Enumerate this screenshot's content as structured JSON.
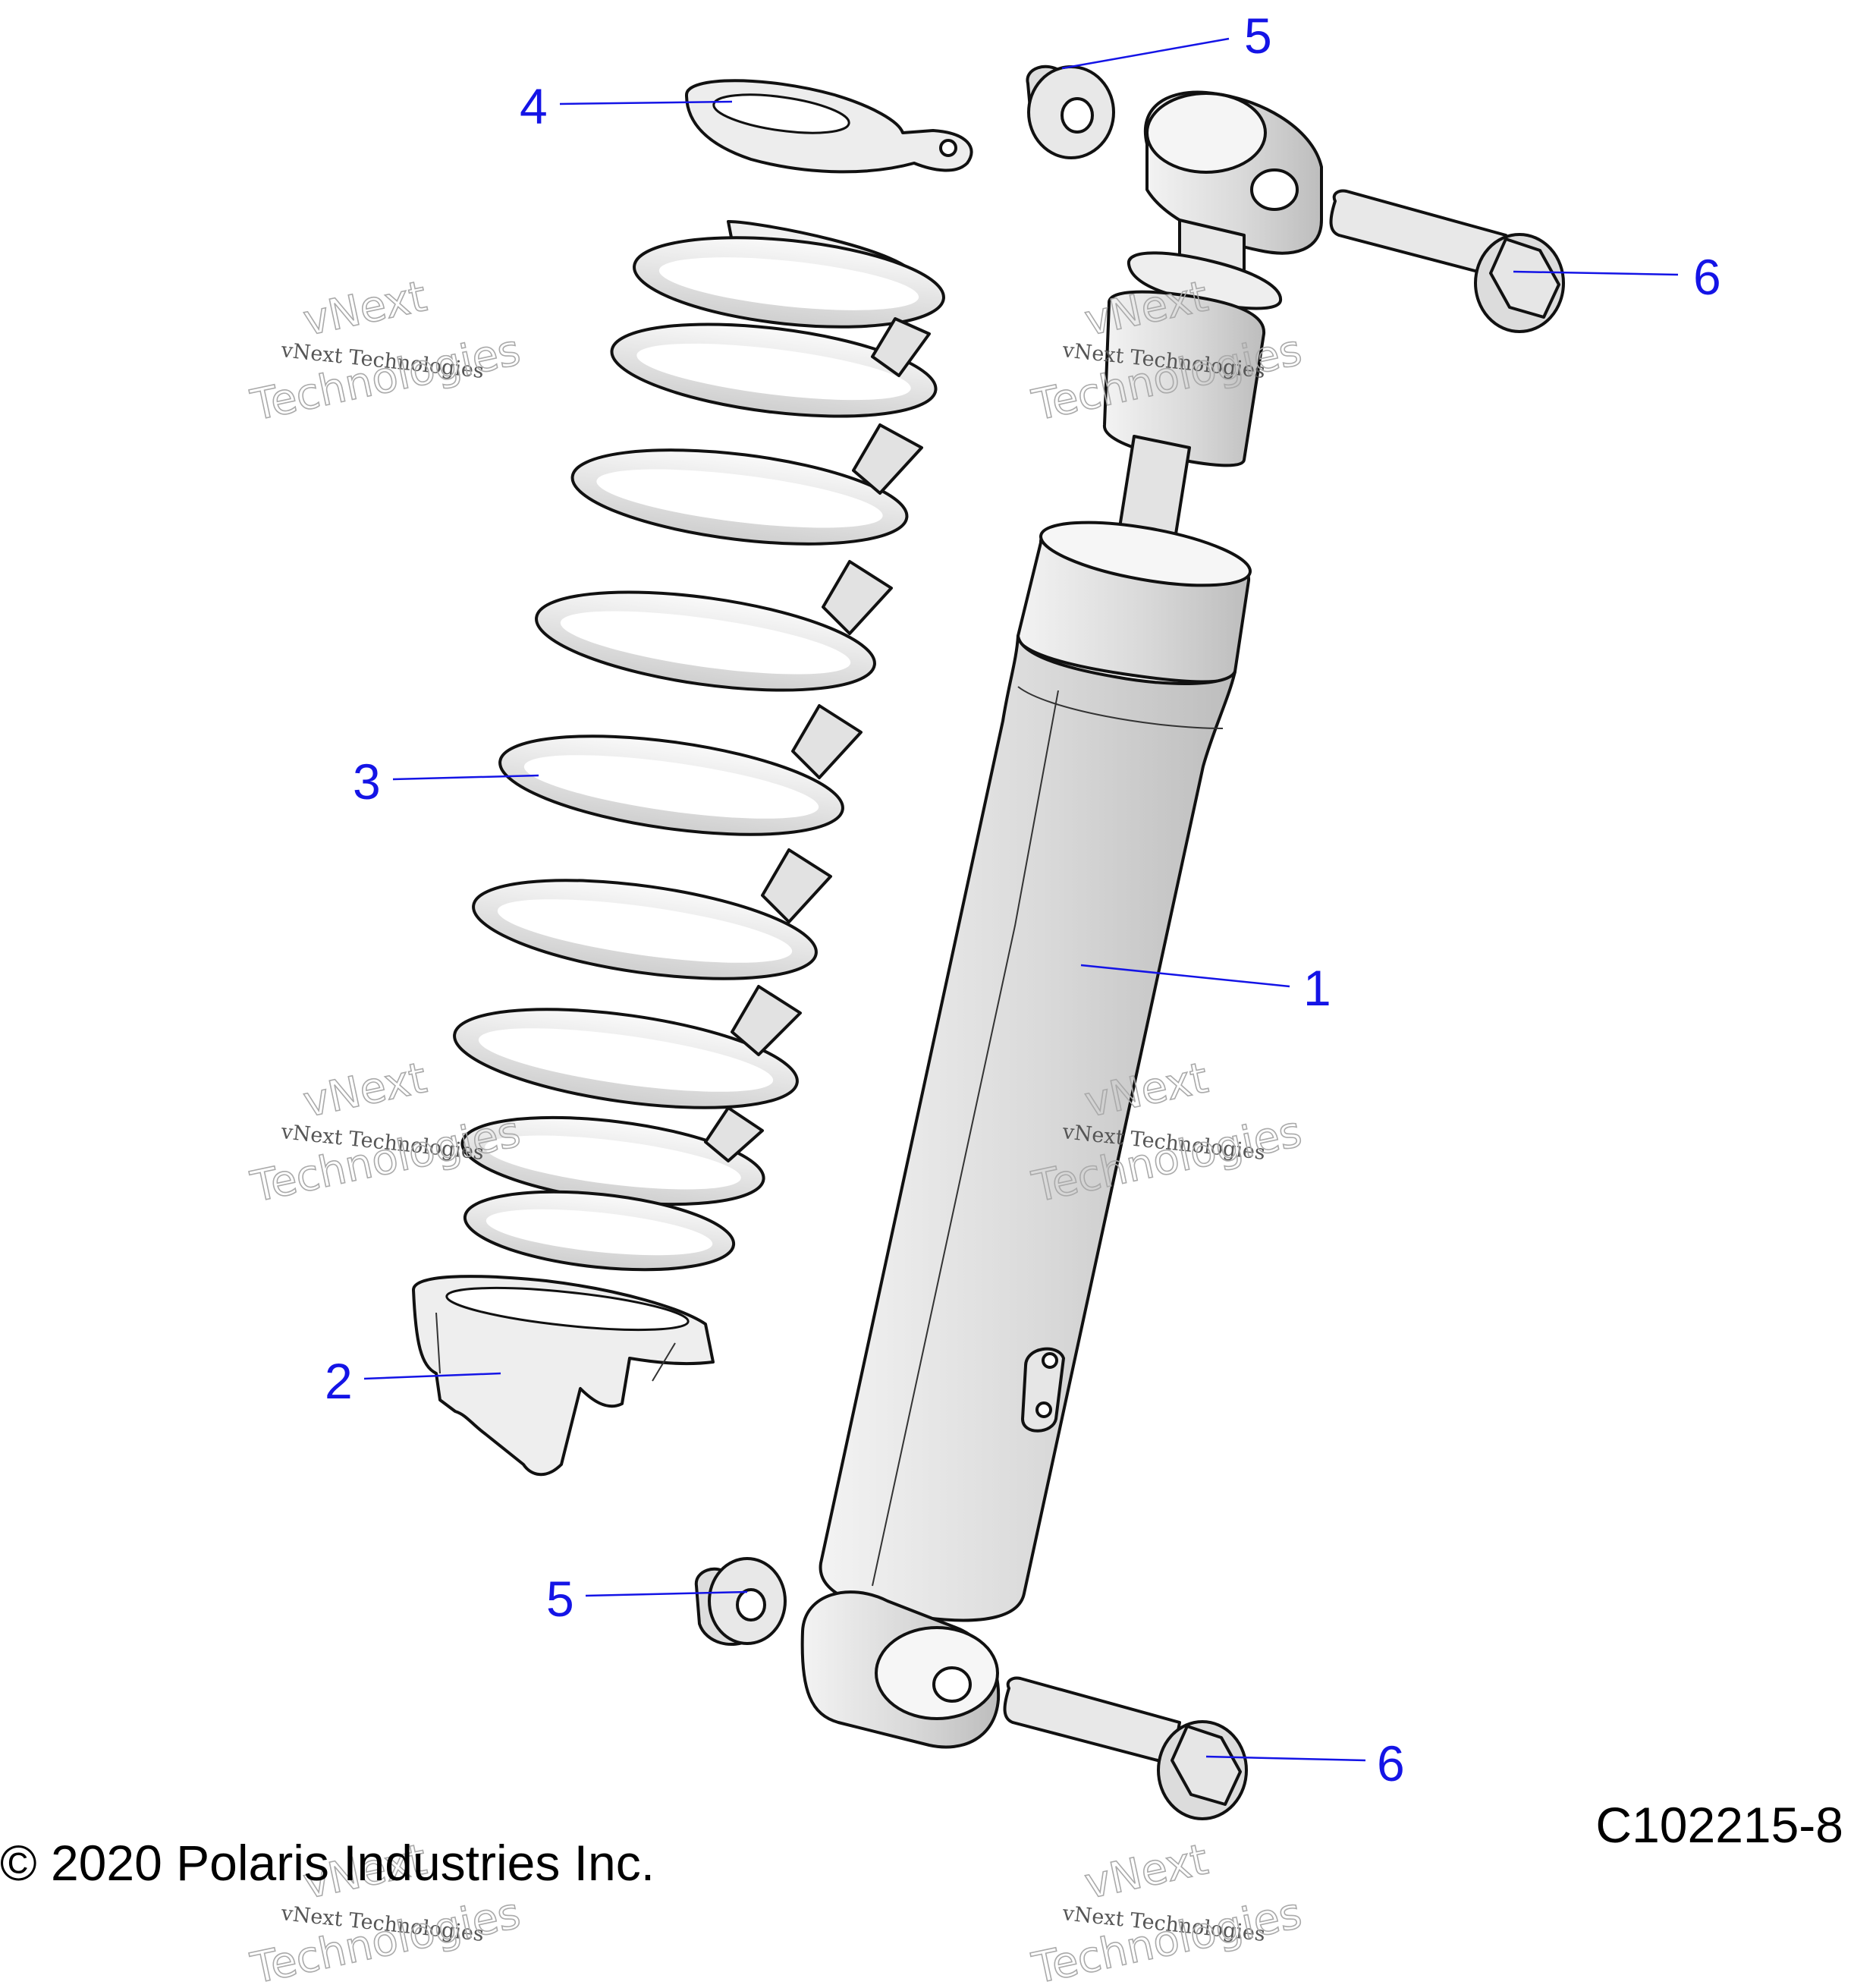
{
  "callouts": [
    {
      "label": "1"
    },
    {
      "label": "2"
    },
    {
      "label": "3"
    },
    {
      "label": "4"
    },
    {
      "label": "5"
    },
    {
      "label": "5"
    },
    {
      "label": "6"
    },
    {
      "label": "6"
    }
  ],
  "footer": {
    "copyright": "© 2020 Polaris Industries Inc.",
    "drawing_number": "C102215-8"
  },
  "watermark": {
    "company_line": "vNext Technologies",
    "brand_top": "vNext",
    "brand_bottom": "Technologies"
  },
  "colors": {
    "callout": "#1414e6",
    "part_fill": "#ececec",
    "outline": "#111111"
  }
}
